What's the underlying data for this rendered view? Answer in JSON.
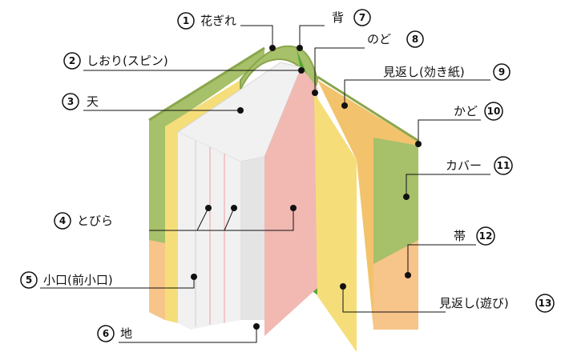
{
  "colors": {
    "cover_green": "#a7c06a",
    "cover_green_dark": "#8aa64c",
    "band_orange": "#f7c48a",
    "endpaper_yellow": "#f5de7a",
    "endpaper_orange": "#f2c36c",
    "page_white": "#f1f1f1",
    "page_shadow": "#d6d6d6",
    "title_page_pink": "#f2b8b2",
    "ribbon_green": "#55a832",
    "line_black": "#111111"
  },
  "labels": [
    {
      "id": "hanagire",
      "num": "1",
      "text": "花ぎれ"
    },
    {
      "id": "shiori",
      "num": "2",
      "text": "しおり(スピン)"
    },
    {
      "id": "ten",
      "num": "3",
      "text": "天"
    },
    {
      "id": "tobira",
      "num": "4",
      "text": "とびら"
    },
    {
      "id": "koguchi",
      "num": "5",
      "text": "小口(前小口)"
    },
    {
      "id": "chi",
      "num": "6",
      "text": "地"
    },
    {
      "id": "se",
      "num": "7",
      "text": "背"
    },
    {
      "id": "nodo",
      "num": "8",
      "text": "のど"
    },
    {
      "id": "mikaeshi_kiki",
      "num": "9",
      "text": "見返し(効き紙)"
    },
    {
      "id": "kado",
      "num": "10",
      "text": "かど"
    },
    {
      "id": "cover",
      "num": "11",
      "text": "カバー"
    },
    {
      "id": "obi",
      "num": "12",
      "text": "帯"
    },
    {
      "id": "mikaeshi_asobi",
      "num": "13",
      "text": "見返し(遊び)"
    }
  ]
}
